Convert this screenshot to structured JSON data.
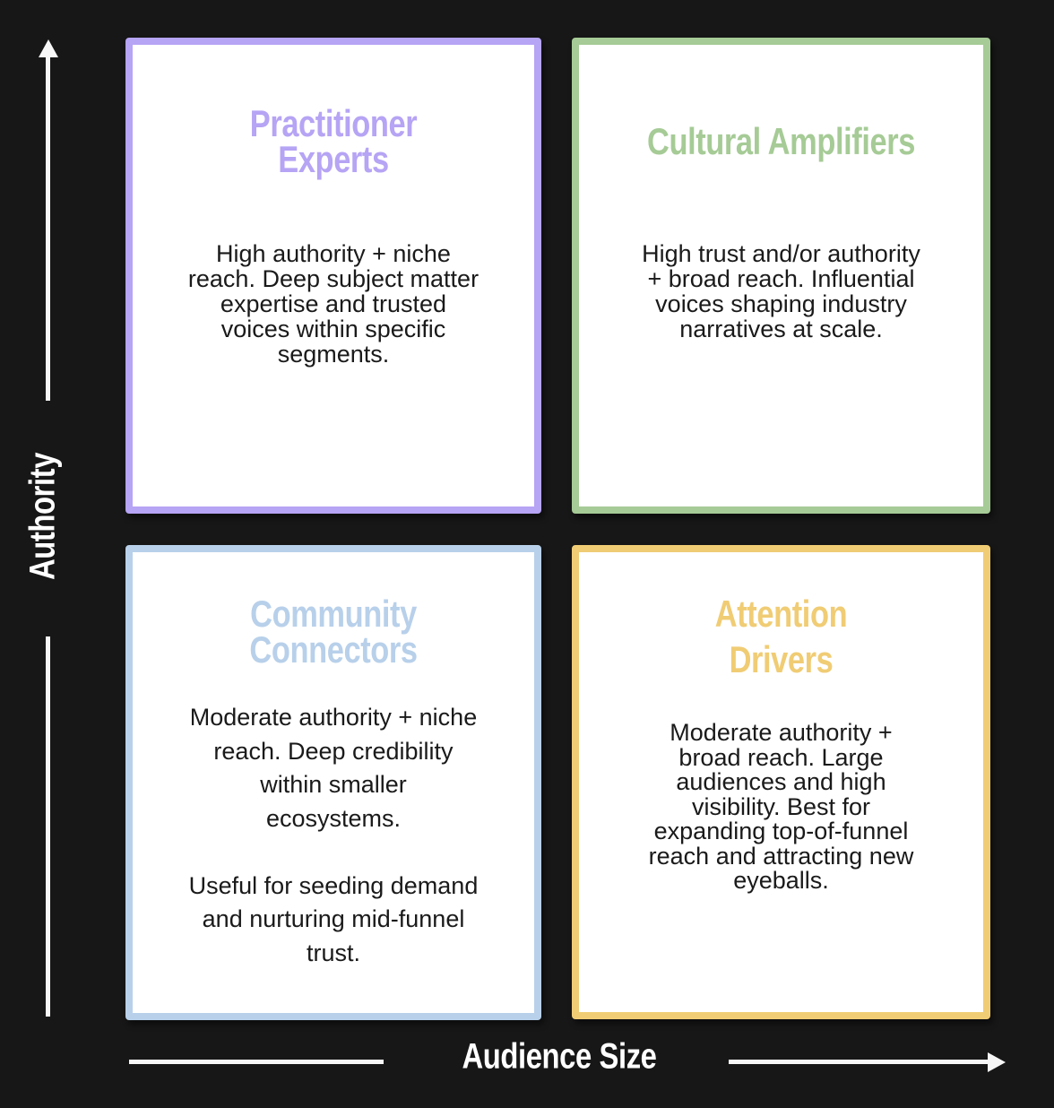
{
  "canvas": {
    "background": "#171717"
  },
  "axes": {
    "y": {
      "label": "Authority",
      "color": "#ffffff",
      "direction": "up"
    },
    "x": {
      "label": "Audience Size",
      "color": "#ffffff",
      "direction": "right"
    }
  },
  "quadrants": [
    {
      "id": "practitioner-experts",
      "position": "top-left",
      "color": "#b6a4f4",
      "title": "Practitioner\nExperts",
      "body": "High authority + niche\nreach. Deep subject matter\nexpertise and trusted\nvoices within specific\nsegments."
    },
    {
      "id": "cultural-amplifiers",
      "position": "top-right",
      "color": "#a6cb96",
      "title": "Cultural Amplifiers",
      "body": "High trust and/or authority\n+ broad reach. Influential\nvoices shaping industry\nnarratives at scale."
    },
    {
      "id": "community-connectors",
      "position": "bottom-left",
      "color": "#b8d0ea",
      "title": "Community\nConnectors",
      "body": "Moderate authority + niche\nreach. Deep credibility\nwithin smaller\necosystems.\n\nUseful for seeding demand\nand nurturing mid-funnel\ntrust."
    },
    {
      "id": "attention-drivers",
      "position": "bottom-right",
      "color": "#f0cc74",
      "title": "Attention\nDrivers",
      "body": "Moderate authority +\nbroad reach. Large\naudiences and high\nvisibility. Best for\nexpanding top-of-funnel\nreach and attracting new\neyeballs."
    }
  ]
}
